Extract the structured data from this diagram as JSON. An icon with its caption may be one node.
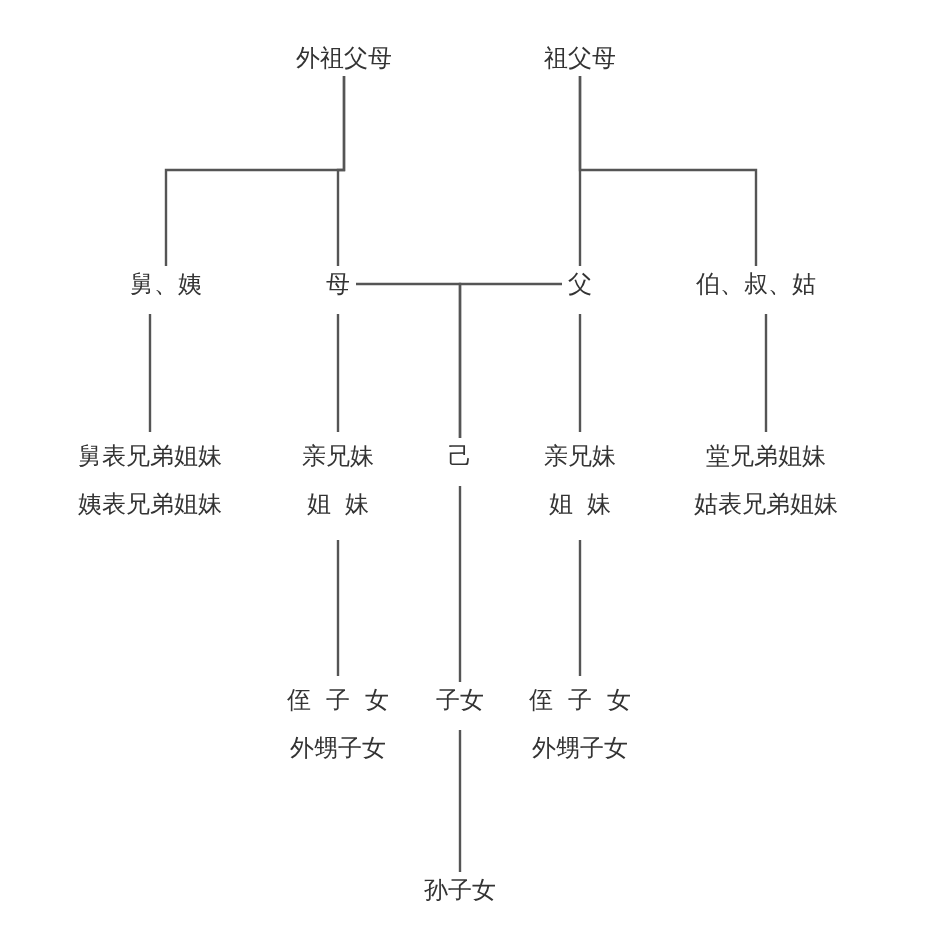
{
  "diagram": {
    "nodes": [
      {
        "text": [
          "外祖父母"
        ]
      },
      {
        "text": [
          "祖父母"
        ]
      },
      {
        "text": [
          "舅、姨"
        ]
      },
      {
        "text": [
          "母"
        ]
      },
      {
        "text": [
          "父"
        ]
      },
      {
        "text": [
          "伯、叔、姑"
        ]
      },
      {
        "text": [
          "舅表兄弟姐妹",
          "姨表兄弟姐妹"
        ]
      },
      {
        "text": [
          "亲兄妹",
          "姐 妹"
        ]
      },
      {
        "text": [
          "己"
        ]
      },
      {
        "text": [
          "亲兄妹",
          "姐 妹"
        ]
      },
      {
        "text": [
          "堂兄弟姐妹",
          "姑表兄弟姐妹"
        ]
      },
      {
        "text": [
          "侄 子 女",
          "外甥子女"
        ]
      },
      {
        "text": [
          "子女"
        ]
      },
      {
        "text": [
          "侄 子 女",
          "外甥子女"
        ]
      },
      {
        "text": [
          "孙子女"
        ]
      }
    ],
    "edges": [
      {
        "from": 0,
        "to": 2,
        "arrow": "none"
      },
      {
        "from": 0,
        "to": 3,
        "arrow": "none"
      },
      {
        "from": 1,
        "to": 4,
        "arrow": "none"
      },
      {
        "from": 1,
        "to": 5,
        "arrow": "none"
      },
      {
        "from": 3,
        "to": 8,
        "arrow": "none"
      },
      {
        "from": 4,
        "to": 8,
        "arrow": "none"
      },
      {
        "from": 2,
        "to": 6,
        "arrow": "none"
      },
      {
        "from": 3,
        "to": 7,
        "arrow": "none"
      },
      {
        "from": 4,
        "to": 9,
        "arrow": "none"
      },
      {
        "from": 5,
        "to": 10,
        "arrow": "none"
      },
      {
        "from": 7,
        "to": 11,
        "arrow": "none"
      },
      {
        "from": 8,
        "to": 12,
        "arrow": "none"
      },
      {
        "from": 9,
        "to": 13,
        "arrow": "none"
      },
      {
        "from": 12,
        "to": 14,
        "arrow": "none"
      }
    ]
  }
}
